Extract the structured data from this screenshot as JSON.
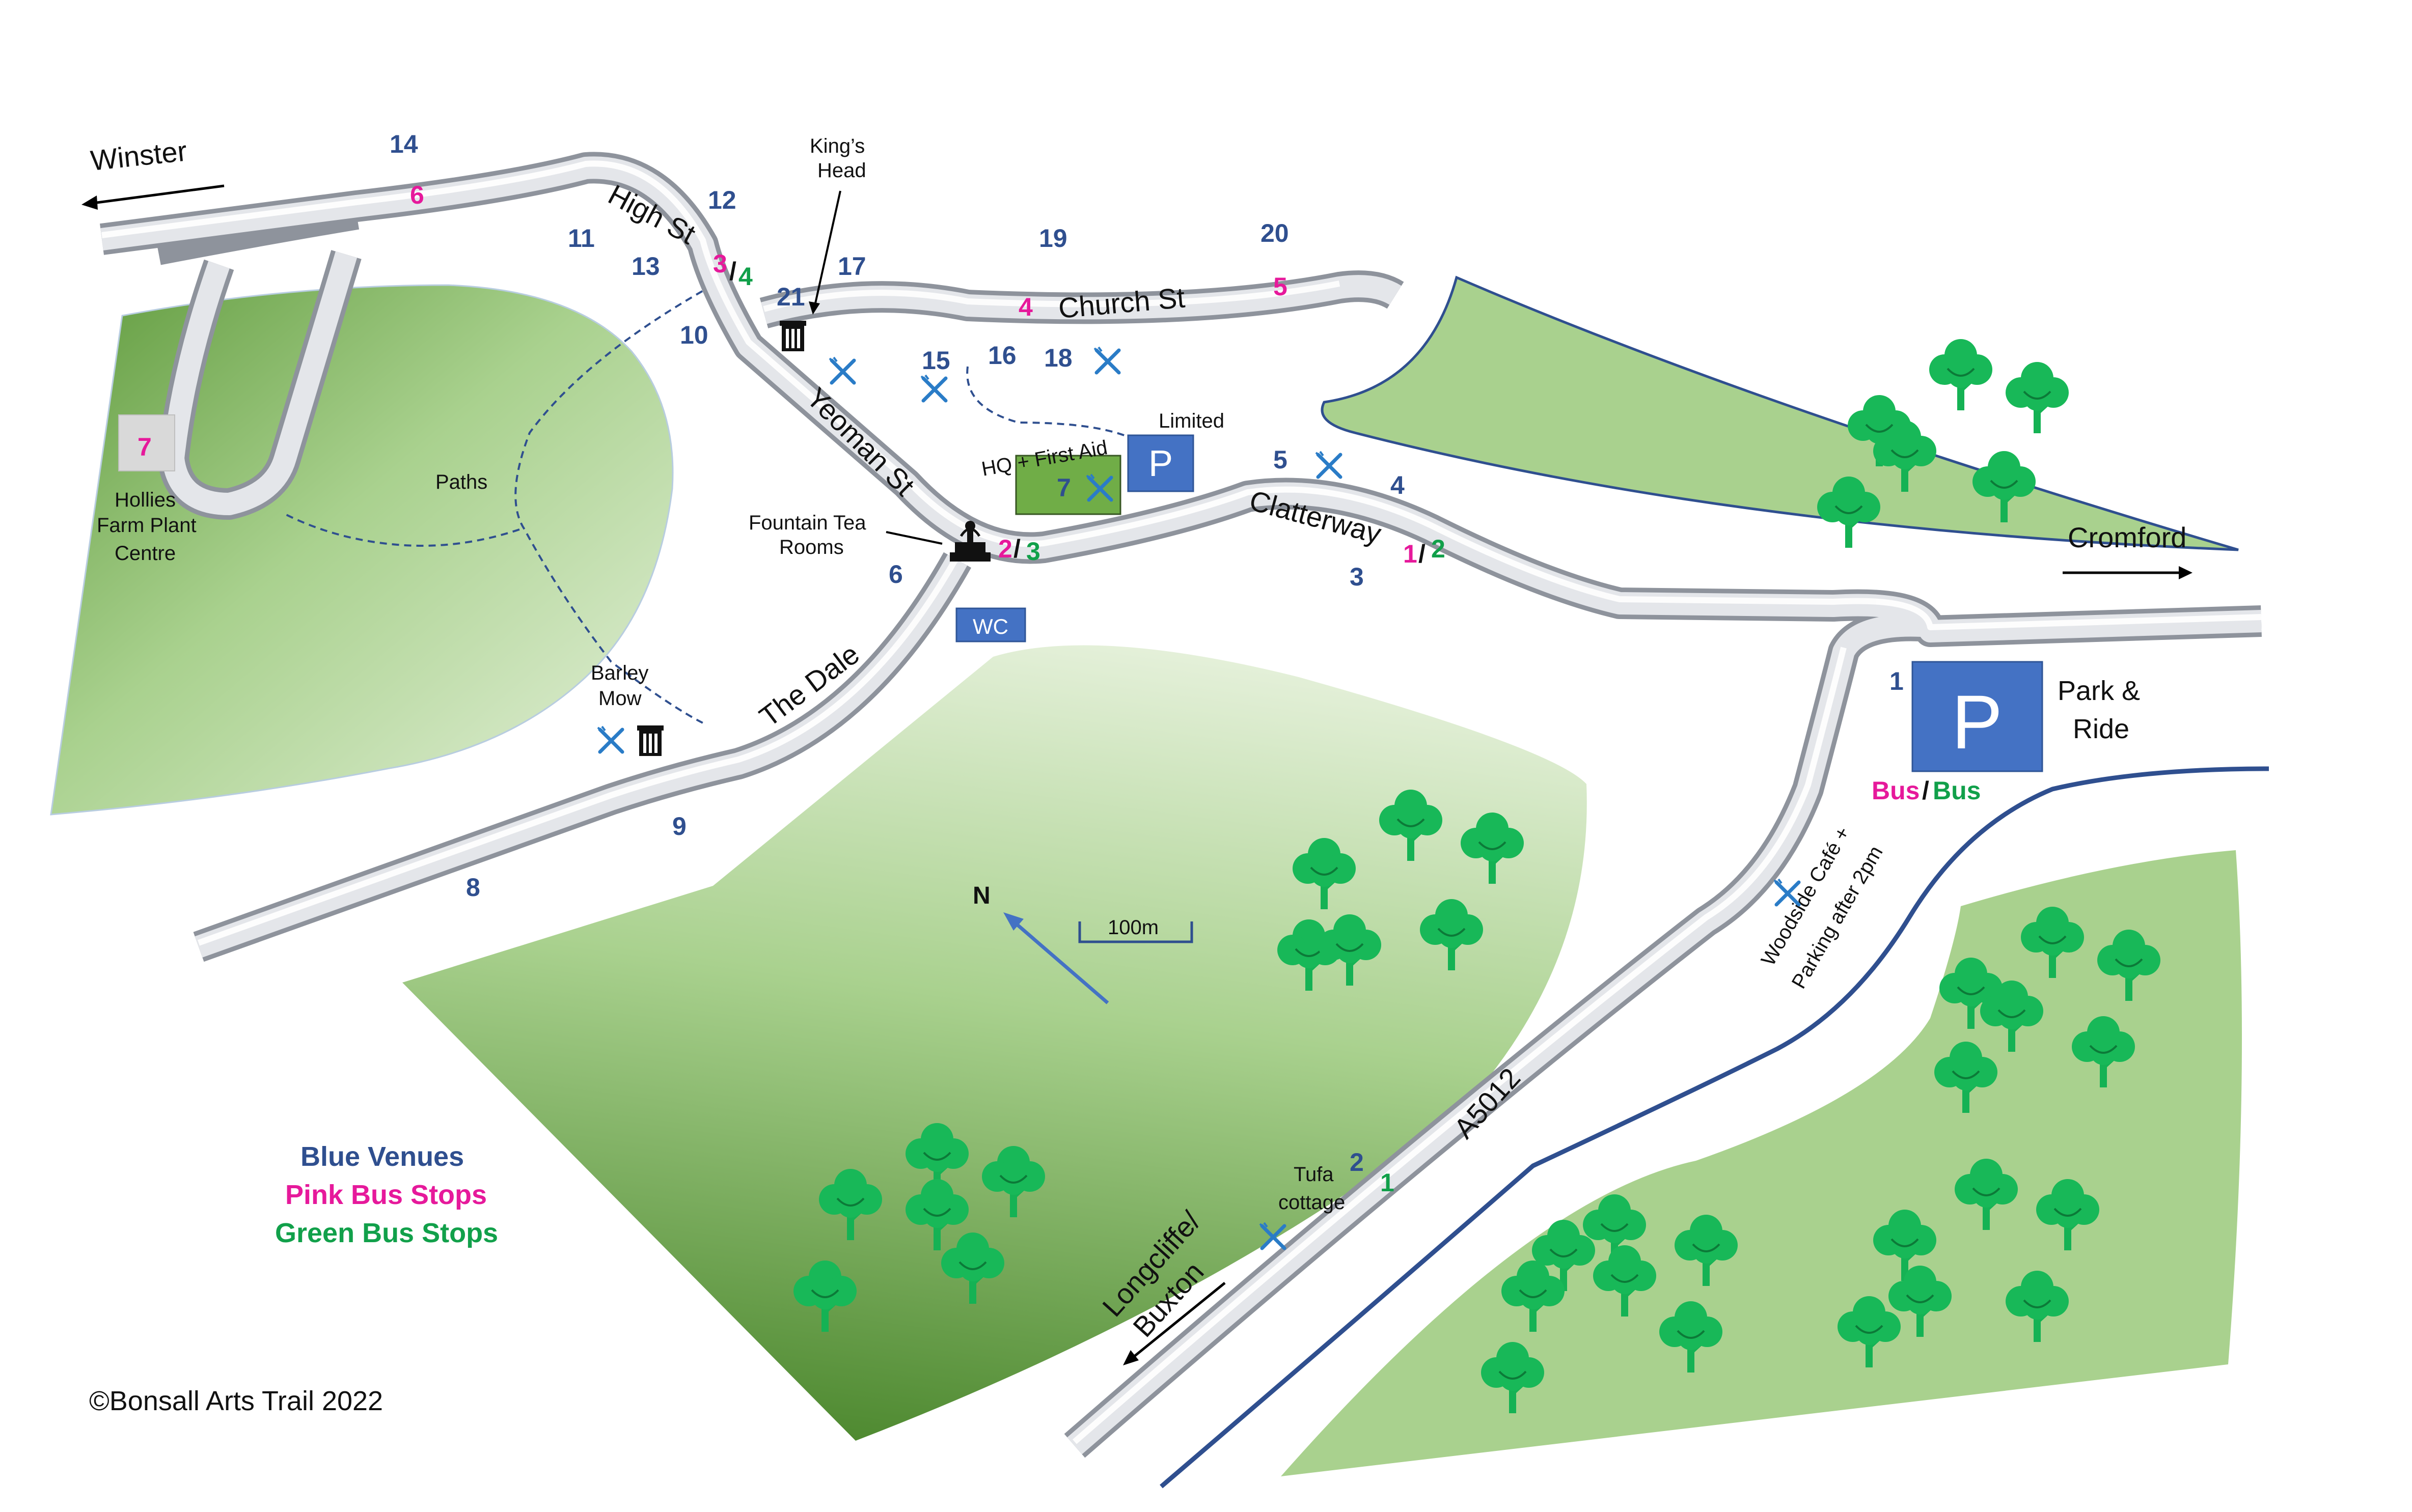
{
  "colors": {
    "venue": "#2f4f8f",
    "pink_stop": "#e6199b",
    "green_stop": "#11a04a",
    "parking": "#4472c4",
    "hq": "#70ad47",
    "food": "#2a7cc7",
    "field": "#a9d18e",
    "road": "#d9dbe0"
  },
  "icons": [
    "food-icon",
    "pub-icon",
    "fountain-icon",
    "parking-icon",
    "tree-icon",
    "north-arrow-icon"
  ],
  "roads": {
    "high_st": "High St",
    "church_st": "Church St",
    "yeoman_st": "Yeoman St",
    "the_dale": "The Dale",
    "clatterway": "Clatterway",
    "a5012": "A5012"
  },
  "destinations": {
    "winster": "Winster",
    "cromford": "Cromford",
    "longcliffe_1": "Longcliffe/",
    "longcliffe_2": "Buxton"
  },
  "places": {
    "kings_head_1": "King’s",
    "kings_head_2": "Head",
    "hq": "HQ + First Aid",
    "limited": "Limited",
    "fountain_1": "Fountain Tea",
    "fountain_2": "Rooms",
    "wc": "WC",
    "paths": "Paths",
    "barley_1": "Barley",
    "barley_2": "Mow",
    "hollies_1": "Hollies",
    "hollies_2": "Farm Plant",
    "hollies_3": "Centre",
    "park_1": "Park &",
    "park_2": "Ride",
    "bus_pink": "Bus",
    "bus_green": "Bus",
    "woodside_1": "Woodside Café +",
    "woodside_2": "Parking after 2pm",
    "tufa_1": "Tufa",
    "tufa_2": "cottage",
    "parking_letter": "P",
    "north": "N",
    "scale": "100m"
  },
  "venues": {
    "v1": "1",
    "v2": "2",
    "v3": "3",
    "v4": "4",
    "v5": "5",
    "v6": "6",
    "v7": "7",
    "v8": "8",
    "v9": "9",
    "v10": "10",
    "v11": "11",
    "v12": "12",
    "v13": "13",
    "v14": "14",
    "v15": "15",
    "v16": "16",
    "v17": "17",
    "v18": "18",
    "v19": "19",
    "v20": "20",
    "v21": "21"
  },
  "pink_stops": {
    "p1": "1",
    "p2": "2",
    "p3": "3",
    "p4": "4",
    "p5": "5",
    "p6": "6",
    "p7": "7"
  },
  "green_stops": {
    "g1": "1",
    "g2": "2",
    "g3": "3",
    "g4": "4"
  },
  "legend": {
    "blue": "Blue Venues",
    "pink": "Pink Bus Stops",
    "green": "Green Bus Stops"
  },
  "copyright": "©Bonsall Arts Trail 2022"
}
